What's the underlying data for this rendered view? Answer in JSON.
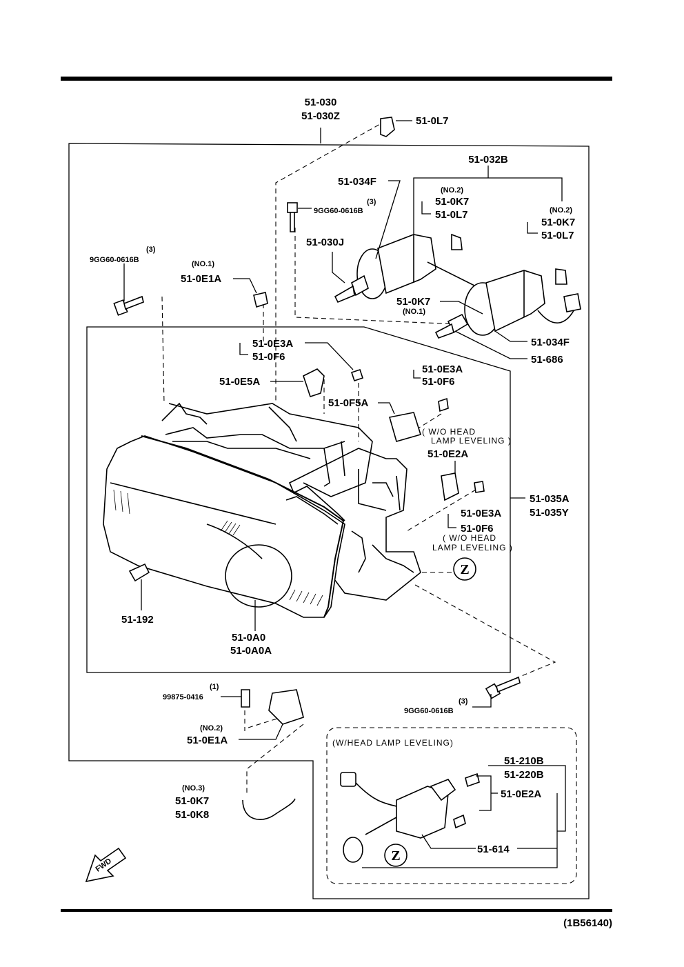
{
  "diagram_id": "(1B56140)",
  "fwd_label": "FWD",
  "labels": {
    "assy_top_1": "51-030",
    "assy_top_2": "51-030Z",
    "l_0L7_top": "51-0L7",
    "l_032B": "51-032B",
    "l_034F_top": "51-034F",
    "qty3_top": "(3)",
    "bolt_top": "9GG60-0616B",
    "no2_a": "(NO.2)",
    "l_0K7_a": "51-0K7",
    "l_0L7_a": "51-0L7",
    "no2_b": "(NO.2)",
    "l_0K7_b": "51-0K7",
    "l_0L7_b": "51-0L7",
    "l_030J": "51-030J",
    "qty3_left": "(3)",
    "bolt_left": "9GG60-0616B",
    "no1_e1a": "(NO.1)",
    "l_0E1A_top": "51-0E1A",
    "l_0K7_no1": "51-0K7",
    "no1_k7": "(NO.1)",
    "l_034F_right": "51-034F",
    "l_686": "51-686",
    "l_0E3A_a": "51-0E3A",
    "l_0F6_a": "51-0F6",
    "l_0E5A": "51-0E5A",
    "l_0E3A_b": "51-0E3A",
    "l_0F6_b": "51-0F6",
    "l_0F5A": "51-0F5A",
    "wo_level_1a": "( W/O HEAD",
    "wo_level_1b": "LAMP LEVELING )",
    "l_0E2A": "51-0E2A",
    "l_035A": "51-035A",
    "l_035Y": "51-035Y",
    "l_0E3A_c": "51-0E3A",
    "l_0F6_c": "51-0F6",
    "wo_level_2a": "( W/O HEAD",
    "wo_level_2b": "LAMP LEVELING )",
    "z_main": "Z",
    "l_192": "51-192",
    "l_0A0": "51-0A0",
    "l_0A0A": "51-0A0A",
    "qty1": "(1)",
    "screw": "99875-0416",
    "qty3_bottom": "(3)",
    "bolt_bottom": "9GG60-0616B",
    "no2_e1a": "(NO.2)",
    "l_0E1A_bottom": "51-0E1A",
    "no3": "(NO.3)",
    "l_0K7_no3": "51-0K7",
    "l_0K8": "51-0K8",
    "inset_title": "(W/HEAD  LAMP  LEVELING)",
    "l_210B": "51-210B",
    "l_220B": "51-220B",
    "l_0E2A_inset": "51-0E2A",
    "l_614": "51-614",
    "z_inset": "Z"
  }
}
